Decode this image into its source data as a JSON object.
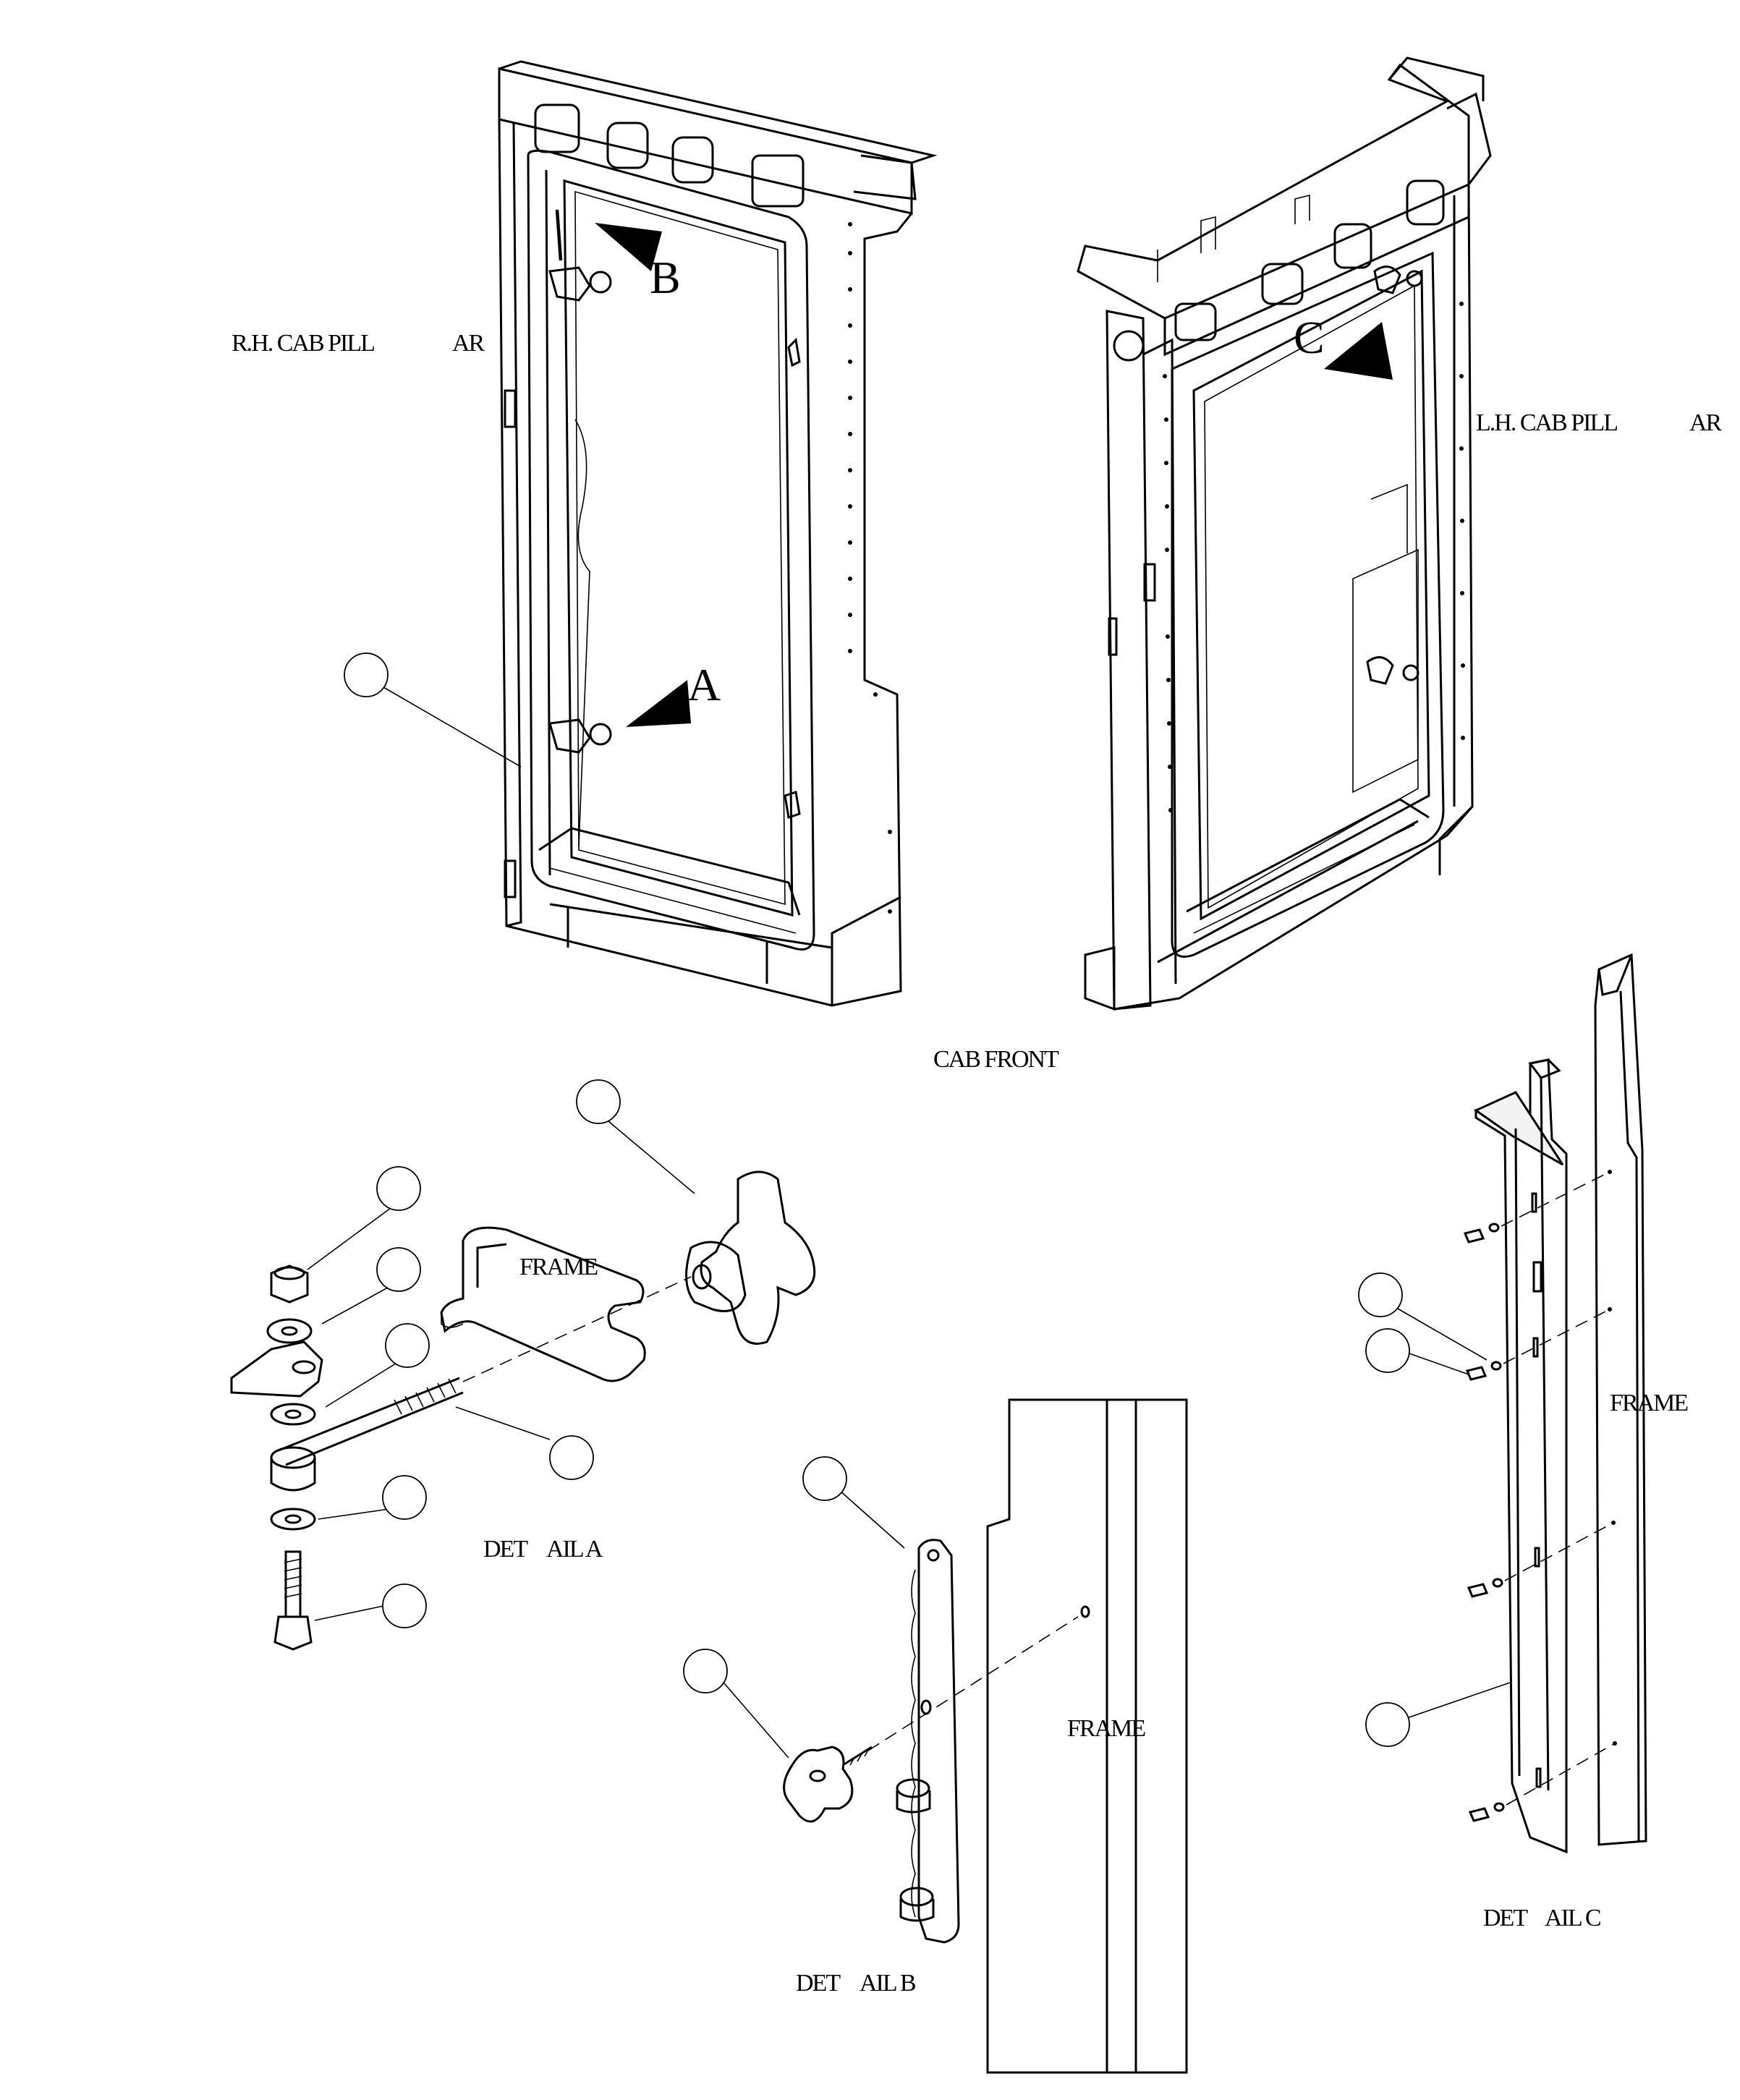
{
  "labels": {
    "rh_pillar_part1": "R.H. CAB PILL",
    "rh_pillar_part2": "AR",
    "lh_pillar_part1": "L.H. CAB PILL",
    "lh_pillar_part2": "AR",
    "cab_front": "CAB FRONT",
    "detail_a_part1": "DET",
    "detail_a_part2": "AIL A",
    "detail_b_part1": "DET",
    "detail_b_part2": "AIL B",
    "detail_c_part1": "DET",
    "detail_c_part2": "AIL C",
    "frame_a": "FRAME",
    "frame_b": "FRAME",
    "frame_c": "FRAME",
    "view_a": "A",
    "view_b": "B",
    "view_c": "C"
  }
}
